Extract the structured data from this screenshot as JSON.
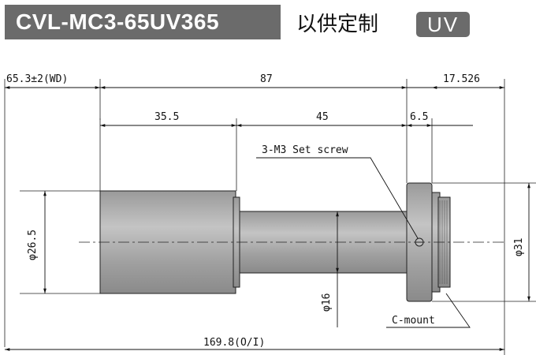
{
  "header": {
    "model": "CVL-MC3-65UV365",
    "custom_label": "以供定制",
    "badge": "UV"
  },
  "diagram": {
    "working_distance": "65.3±2(WD)",
    "total_length": "87",
    "flange_length": "17.526",
    "front_section": "35.5",
    "middle_section": "45",
    "mount_section": "6.5",
    "set_screw_label": "3-M3 Set screw",
    "front_diameter": "φ26.5",
    "barrel_diameter": "φ16",
    "mount_diameter": "φ31",
    "mount_label": "C-mount",
    "object_to_image": "169.8(O/I)"
  },
  "colors": {
    "header_bg": "#6b6b6b",
    "lens_body": "#a8a8a8",
    "outline": "#222222"
  }
}
